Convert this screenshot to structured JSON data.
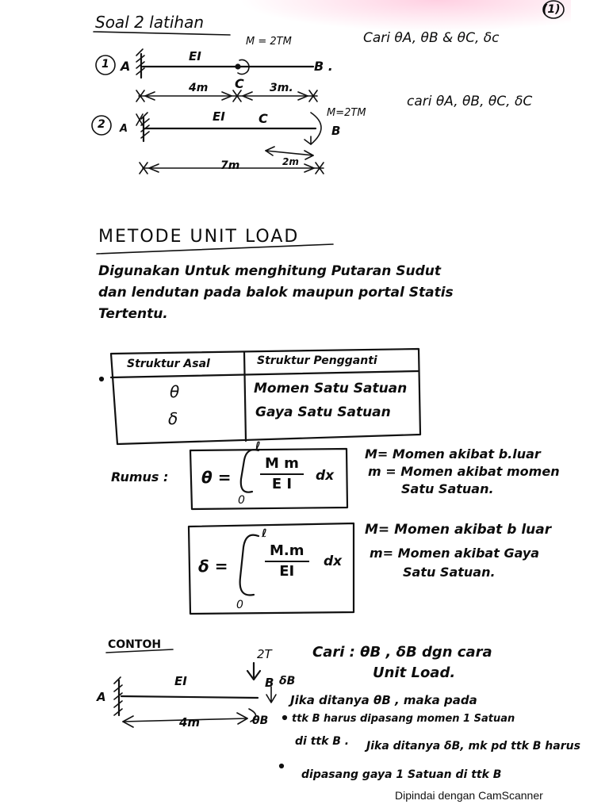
{
  "page_number": "(1)",
  "header": {
    "title": "Soal 2 latihan",
    "cari1": "Cari θA, θB & θC, δc",
    "cari2": "cari θA, θB, θC, δC"
  },
  "problem1": {
    "number": "1",
    "node_a": "A",
    "node_b": "B .",
    "ei": "EI",
    "moment": "M = 2TM",
    "node_c": "C",
    "len1": "4m",
    "len2": "3m."
  },
  "problem2": {
    "number": "2",
    "node_a": "A",
    "ei": "EI",
    "node_c": "C",
    "moment": "M=2TM",
    "node_b": "B",
    "len_short": "2m",
    "len_total": "7m"
  },
  "section": {
    "title": "METODE UNIT LOAD",
    "desc_lines": [
      "Digunakan Untuk menghitung Putaran Sudut",
      "dan lendutan pada balok maupun portal Statis",
      "Tertentu."
    ]
  },
  "table": {
    "headers": [
      "Struktur Asal",
      "Struktur Pengganti"
    ],
    "rows": [
      [
        "θ",
        "Momen Satu Satuan"
      ],
      [
        "δ",
        "Gaya Satu Satuan"
      ]
    ]
  },
  "rumus": {
    "label": "Rumus :",
    "f1": {
      "lhs": "θ =",
      "upper": "ℓ",
      "lower": "0",
      "num": "M m",
      "den": "E I",
      "dx": "dx"
    },
    "f1_notes": [
      "M= Momen akibat b.luar",
      "m = Momen akibat momen",
      "Satu Satuan."
    ],
    "f2": {
      "lhs": "δ =",
      "upper": "ℓ",
      "lower": "0",
      "num": "M.m",
      "den": "EI",
      "dx": "dx"
    },
    "f2_notes": [
      "M= Momen akibat b luar",
      "m= Momen akibat Gaya",
      "Satu Satuan."
    ]
  },
  "contoh": {
    "title": "CONTOH",
    "load": "2T",
    "node_a": "A",
    "ei": "EI",
    "node_b": "B",
    "delta_b": "δB",
    "theta_b": "θB",
    "length": "4m",
    "cari": "Cari : θB , δB dgn cara",
    "cari2": "Unit Load.",
    "bullets": [
      [
        "Jika ditanya θB , maka pada",
        "ttk B harus dipasang momen 1 Satuan",
        "di ttk B ."
      ],
      [
        "Jika ditanya δB, mk pd ttk B harus",
        "dipasang gaya 1 Satuan di ttk B"
      ]
    ]
  },
  "watermark": "Dipindai dengan CamScanner"
}
